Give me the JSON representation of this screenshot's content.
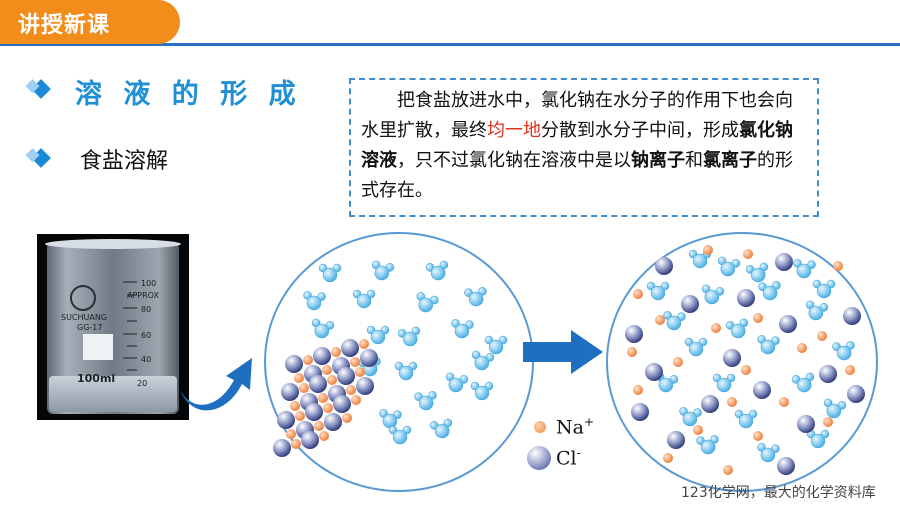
{
  "header": {
    "title": "讲授新课"
  },
  "section1": {
    "title": "溶 液 的 形 成"
  },
  "section2": {
    "title": "食盐溶解"
  },
  "description": {
    "part1": "把食盐放进水中，氯化钠在水分子的作用下也会向水里扩散，最终",
    "highlight": "均一地",
    "part2": "分散到水分子中间，形成",
    "bold1": "氯化钠溶液",
    "part3": "，只不过氯化钠在溶液中是以",
    "bold2": "钠离子",
    "part4": "和",
    "bold3": "氯离子",
    "part5": "的形式存在。"
  },
  "beaker": {
    "brand": "SUCHUANG",
    "model": "GG-17",
    "label": "APPROX",
    "marks": [
      "100",
      "80",
      "60",
      "40"
    ],
    "volume": "100ml",
    "bottom_mark": "20"
  },
  "legend": {
    "na_symbol": "Na",
    "na_charge": "+",
    "cl_symbol": "Cl",
    "cl_charge": "-"
  },
  "footer": {
    "text": "123化学网，最大的化学资料库"
  },
  "colors": {
    "accent_orange": "#f28c1a",
    "accent_blue": "#1f8fd6",
    "highlight_red": "#e0301e",
    "water_molecule": "#6cc4ee",
    "sodium_ion": "#f08848",
    "chloride_ion": "#5a66a8"
  },
  "icons": [
    "diamond-bullet-icon",
    "curved-arrow-icon",
    "right-arrow-icon"
  ]
}
